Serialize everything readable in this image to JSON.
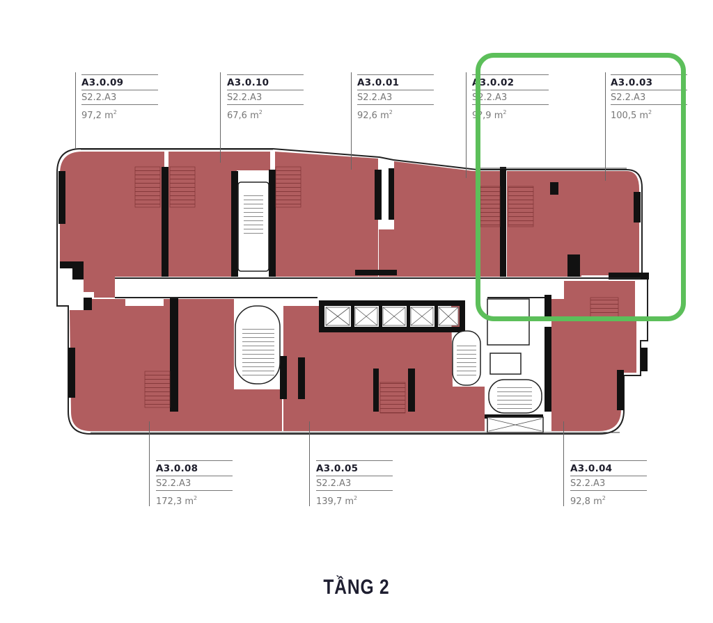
{
  "floor_title": "TẦNG 2",
  "units": [
    {
      "code": "A3.0.09",
      "type": "S2.2.A3",
      "area": "97,2 m",
      "area_unit_sup": "2"
    },
    {
      "code": "A3.0.10",
      "type": "S2.2.A3",
      "area": "67,6 m",
      "area_unit_sup": "2"
    },
    {
      "code": "A3.0.01",
      "type": "S2.2.A3",
      "area": "92,6 m",
      "area_unit_sup": "2"
    },
    {
      "code": "A3.0.02",
      "type": "S2.2.A3",
      "area": "9?,9 m",
      "area_unit_sup": "2"
    },
    {
      "code": "A3.0.03",
      "type": "S2.2.A3",
      "area": "100,5 m",
      "area_unit_sup": "2"
    },
    {
      "code": "A3.0.08",
      "type": "S2.2.A3",
      "area": "172,3 m",
      "area_unit_sup": "2"
    },
    {
      "code": "A3.0.05",
      "type": "S2.2.A3",
      "area": "139,7 m",
      "area_unit_sup": "2"
    },
    {
      "code": "A3.0.04",
      "type": "S2.2.A3",
      "area": "92,8 m",
      "area_unit_sup": "2"
    }
  ],
  "highlight": {
    "target_unit": "A3.0.03",
    "color": "#5cbf5a"
  },
  "colors": {
    "unit_fill": "#b15d5f",
    "wall": "#111111",
    "corridor": "#ffffff"
  }
}
